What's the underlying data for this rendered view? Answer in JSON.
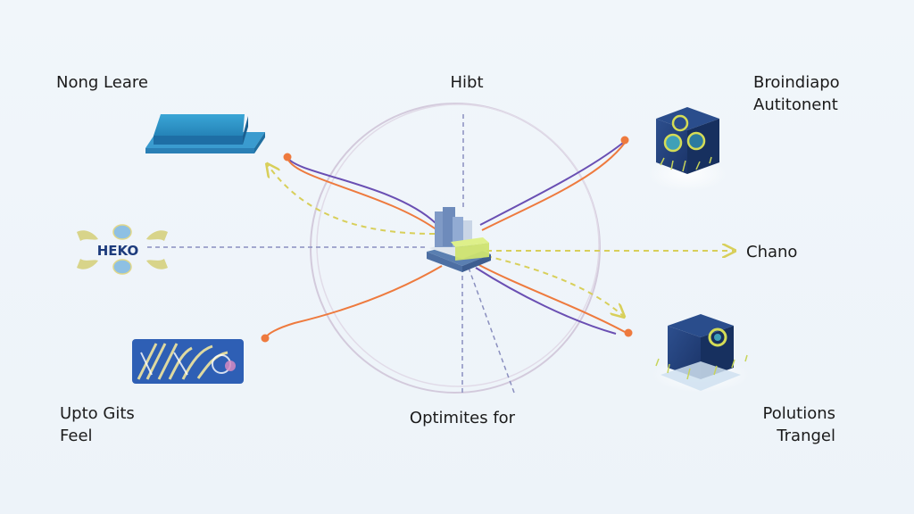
{
  "diagram": {
    "hub": {
      "name": "central-building",
      "top_label": "Hibt",
      "bottom_label": "Optimites for"
    },
    "nodes": [
      {
        "id": "top-left",
        "lines": [
          "Nong Leare"
        ],
        "icon": "stacked-slabs-icon"
      },
      {
        "id": "mid-left",
        "lines": [],
        "icon": "heko-logo-icon",
        "logo_text": "HEKO"
      },
      {
        "id": "bottom-left",
        "lines": [
          "Upto Gits",
          "Feel"
        ],
        "icon": "pattern-tile-icon"
      },
      {
        "id": "top-right",
        "lines": [
          "Broindiapo",
          "Autitonent"
        ],
        "icon": "cube-circuit-icon"
      },
      {
        "id": "mid-right",
        "lines": [
          "Chano"
        ],
        "icon": "arrow-target"
      },
      {
        "id": "bottom-right",
        "lines": [
          "Polutions",
          "Trangel"
        ],
        "icon": "cube-emblem-icon"
      }
    ],
    "colors": {
      "orange": "#ee7a3e",
      "purple": "#6a4fb3",
      "yellow_dash": "#d8cf5a",
      "gray_dash": "#8a8fbf",
      "circle": "#cfc6da",
      "block_blue": "#2a8fc4",
      "cube_navy": "#1f3f7a"
    }
  }
}
